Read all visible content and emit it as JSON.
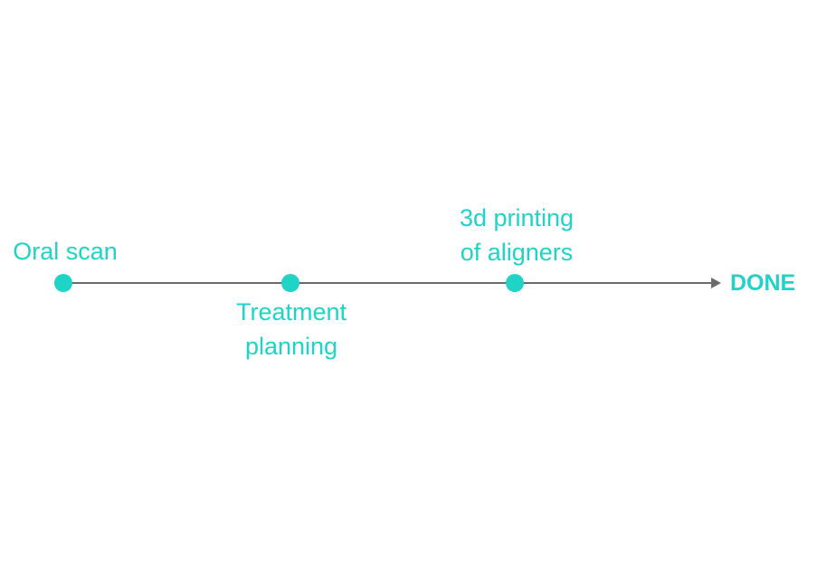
{
  "colors": {
    "accent": "#1fd3c6",
    "line": "#6b6b6b",
    "background": "#ffffff"
  },
  "steps": [
    {
      "lines": [
        "Oral scan"
      ]
    },
    {
      "lines": [
        "Treatment",
        "planning"
      ]
    },
    {
      "lines": [
        "3d printing",
        "of aligners"
      ]
    }
  ],
  "end_label": "DONE"
}
